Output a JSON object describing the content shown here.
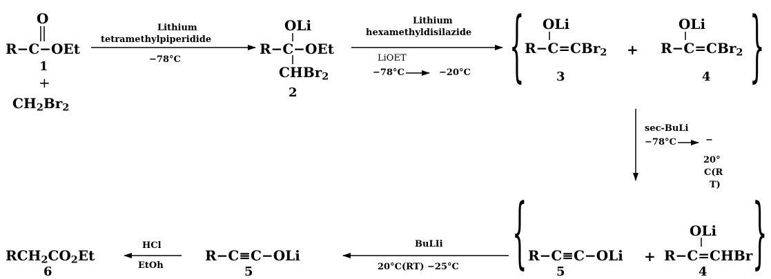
{
  "compound_1": {
    "oxygen": "O",
    "ester": "R−C−OEt",
    "number": "1"
  },
  "plus_1": "+",
  "reagent_dibromomethane": {
    "text": "CH",
    "sub1": "2",
    "text2": "Br",
    "sub2": "2"
  },
  "arrow_1": {
    "reagent": "Lithium",
    "reagent_2": "tetramethylpiperidide",
    "condition": "−78°C"
  },
  "compound_2": {
    "oli": "OLi",
    "core": "R−C−OEt",
    "chbr_text": "CHBr",
    "chbr_sub": "2",
    "number": "2"
  },
  "arrow_2": {
    "reagent": "Lithium",
    "reagent_2": "hexamethyldisilazide",
    "additive": "LiOET",
    "temp_start": "−78°C",
    "temp_end": "−20°C"
  },
  "compound_3": {
    "oli": "OLi",
    "core": "R−C=CBr",
    "sub": "2",
    "number": "3"
  },
  "plus_2": "+",
  "compound_4a": {
    "oli": "OLi",
    "core": "R−C=CBr",
    "sub": "2",
    "number": "4"
  },
  "arrow_3": {
    "reagent": "sec-BuLi",
    "temp_start": "−78°C",
    "temp_end_1": "−",
    "temp_end_2": "20°",
    "temp_end_3": "C(R",
    "temp_end_4": "T)"
  },
  "compound_5b": {
    "core": "R−C≡C−OLi",
    "number": "5"
  },
  "plus_3": "+",
  "compound_4b": {
    "oli": "OLi",
    "core": "R−C=CHBr",
    "number": "4"
  },
  "arrow_4": {
    "reagent": "BuLIi",
    "condition": "20°C(RT) −25°C"
  },
  "compound_5a": {
    "core": "R−C≡C−OLi",
    "number": "5"
  },
  "arrow_5": {
    "reagent": "HCl",
    "solvent": "EtOh"
  },
  "compound_6": {
    "t1": "RCH",
    "s1": "2",
    "t2": "CO",
    "s2": "2",
    "t3": "Et",
    "number": "6"
  }
}
